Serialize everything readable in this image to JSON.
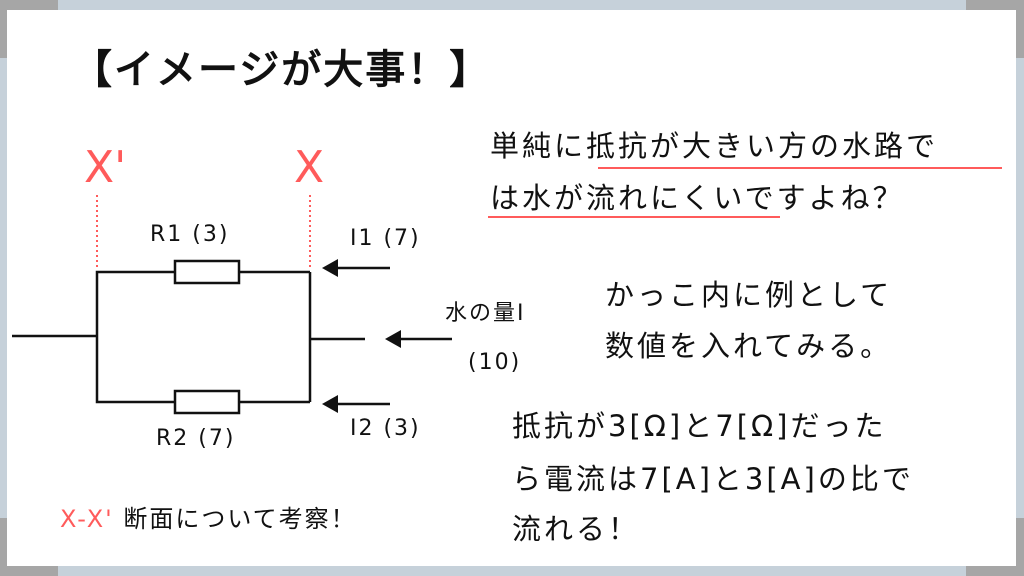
{
  "title": "【イメージが大事！】",
  "section_markers": {
    "x_prime": "X'",
    "x": "X"
  },
  "circuit": {
    "r1_label": "R1 (3)",
    "r2_label": "R2 (7)",
    "i1_label": "I1 (7)",
    "i2_label": "I2 (3)",
    "water_label": "水の量I",
    "water_value": "(10)"
  },
  "notes": {
    "line1_pre": "単純に",
    "line1_underlined": "抵抗が大きい方の水路で",
    "line2_underlined": "は水が流れにくい",
    "line2_post": "ですよね？",
    "example_line1": "かっこ内に例として",
    "example_line2": "数値を入れてみる。",
    "ratio_line1": "抵抗が3[Ω]と7[Ω]だった",
    "ratio_line2": "ら電流は7[A]と3[A]の比で",
    "ratio_line3": "流れる！"
  },
  "footer": {
    "section_red": "X-X'",
    "section_text": "断面について考察！"
  },
  "colors": {
    "accent_red": "#ff5b5b",
    "frame": "#c6d1da",
    "corner": "#a6a6a6"
  }
}
